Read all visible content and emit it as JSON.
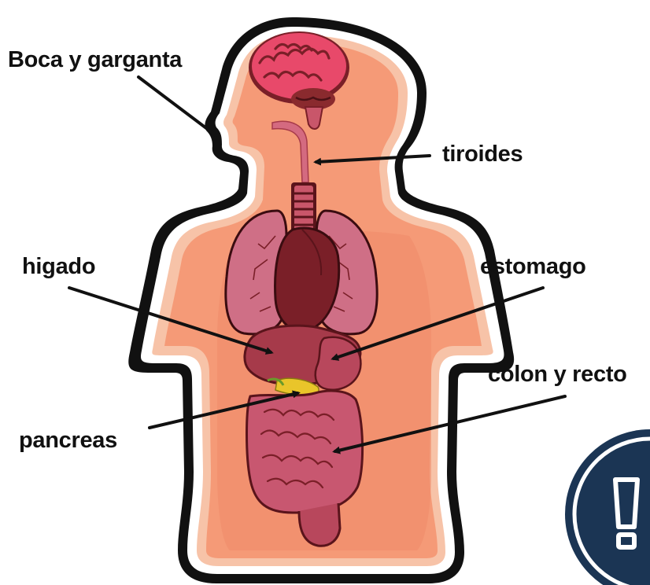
{
  "labels": {
    "mouth_throat": "Boca y garganta",
    "thyroid": "tiroides",
    "liver": "higado",
    "stomach": "estomago",
    "colon_rectum": "colon y recto",
    "pancreas": "pancreas"
  },
  "colors": {
    "body_outline": "#111111",
    "skin_light": "#f7c3a8",
    "skin": "#f59a77",
    "skin_dark": "#ee8a6a",
    "brain": "#e8496a",
    "organ_dark": "#7a1f28",
    "organ_mid": "#a63a4a",
    "organ_light": "#c9566a",
    "lungs": "#cf6f86",
    "intestine": "#c85770",
    "pancreas": "#e9c52a",
    "alert_badge": "#1b3554"
  },
  "icons": {
    "alert": "exclamation-icon"
  }
}
